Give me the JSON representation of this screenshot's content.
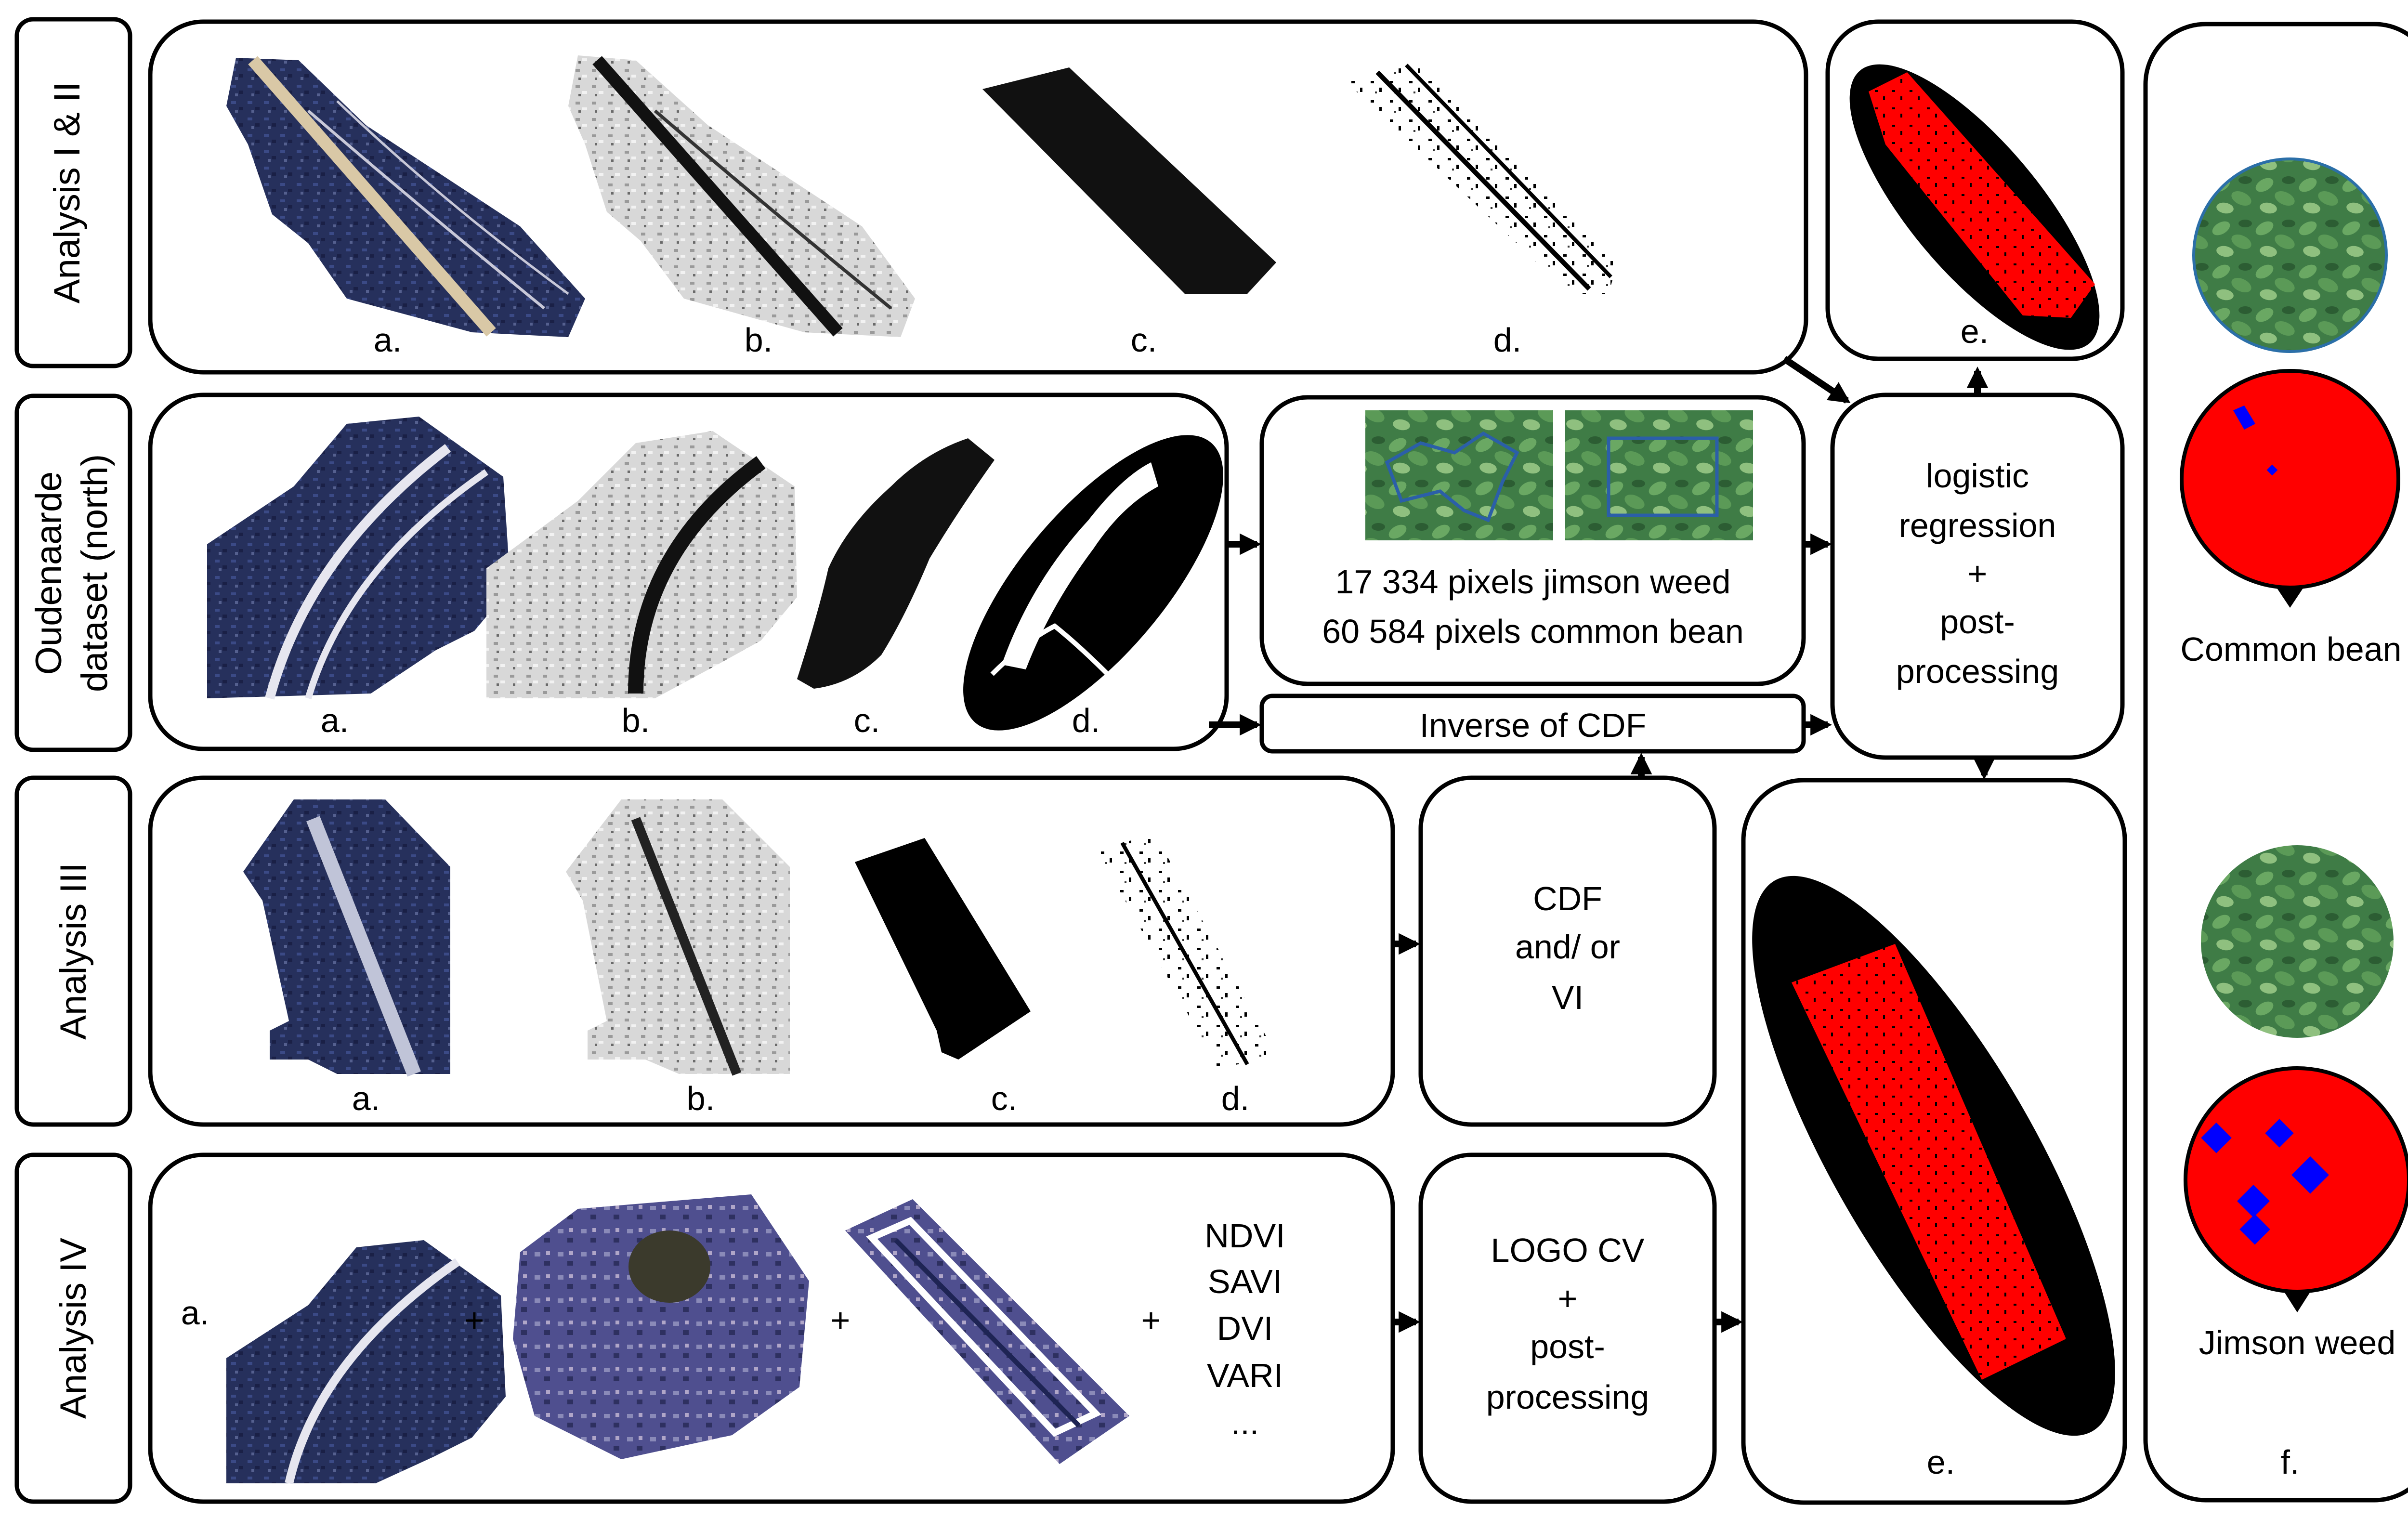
{
  "rows": [
    {
      "label": "Analysis I & II",
      "captions": [
        "a.",
        "b.",
        "c.",
        "d."
      ]
    },
    {
      "label_line1": "Oudenaarde",
      "label_line2": "dataset (north)",
      "captions": [
        "a.",
        "b.",
        "c.",
        "d."
      ]
    },
    {
      "label": "Analysis III",
      "captions": [
        "a.",
        "b.",
        "c.",
        "d."
      ]
    },
    {
      "label": "Analysis IV",
      "caption_a": "a.",
      "plus": "+",
      "indices": [
        "NDVI",
        "SAVI",
        "DVI",
        "VARI",
        "..."
      ]
    }
  ],
  "training_pixels": {
    "jimson_weed": "17 334 pixels jimson weed",
    "common_bean": "60 584 pixels common bean"
  },
  "boxes": {
    "inverse_cdf": "Inverse of CDF",
    "logistic": [
      "logistic",
      "regression",
      "+",
      "post-",
      "processing"
    ],
    "cdf_vi": [
      "CDF",
      "and/ or",
      "VI"
    ],
    "logo_cv": [
      "LOGO CV",
      "+",
      "post-",
      "processing"
    ]
  },
  "results": {
    "e_top_caption": "e.",
    "e_main_caption": "e."
  },
  "classes": [
    {
      "name": "Common bean",
      "color": "#ff0000"
    },
    {
      "name": "Jimson weed",
      "color": "#0000ff"
    }
  ],
  "classes_caption": "f."
}
